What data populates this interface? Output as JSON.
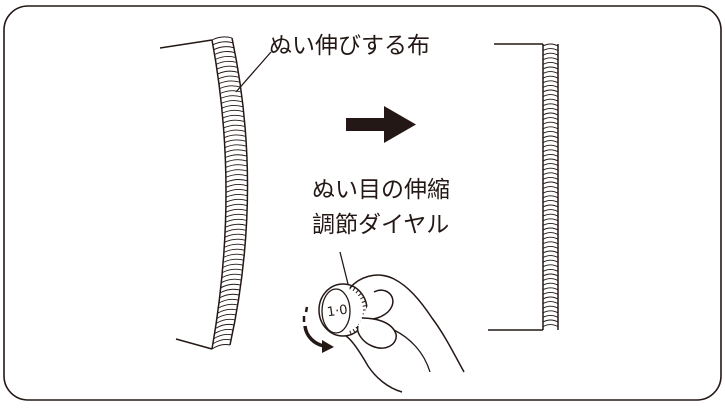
{
  "labels": {
    "stretched_fabric": "ぬい伸びする布",
    "dial_line1": "ぬい目の伸縮",
    "dial_line2": "調節ダイヤル",
    "dial_scale": "1·0"
  },
  "colors": {
    "line": "#231815",
    "background": "#ffffff"
  },
  "icons": {
    "direction_arrow": "arrow-right-icon",
    "rotation_arrow": "rotate-arrow-icon"
  }
}
